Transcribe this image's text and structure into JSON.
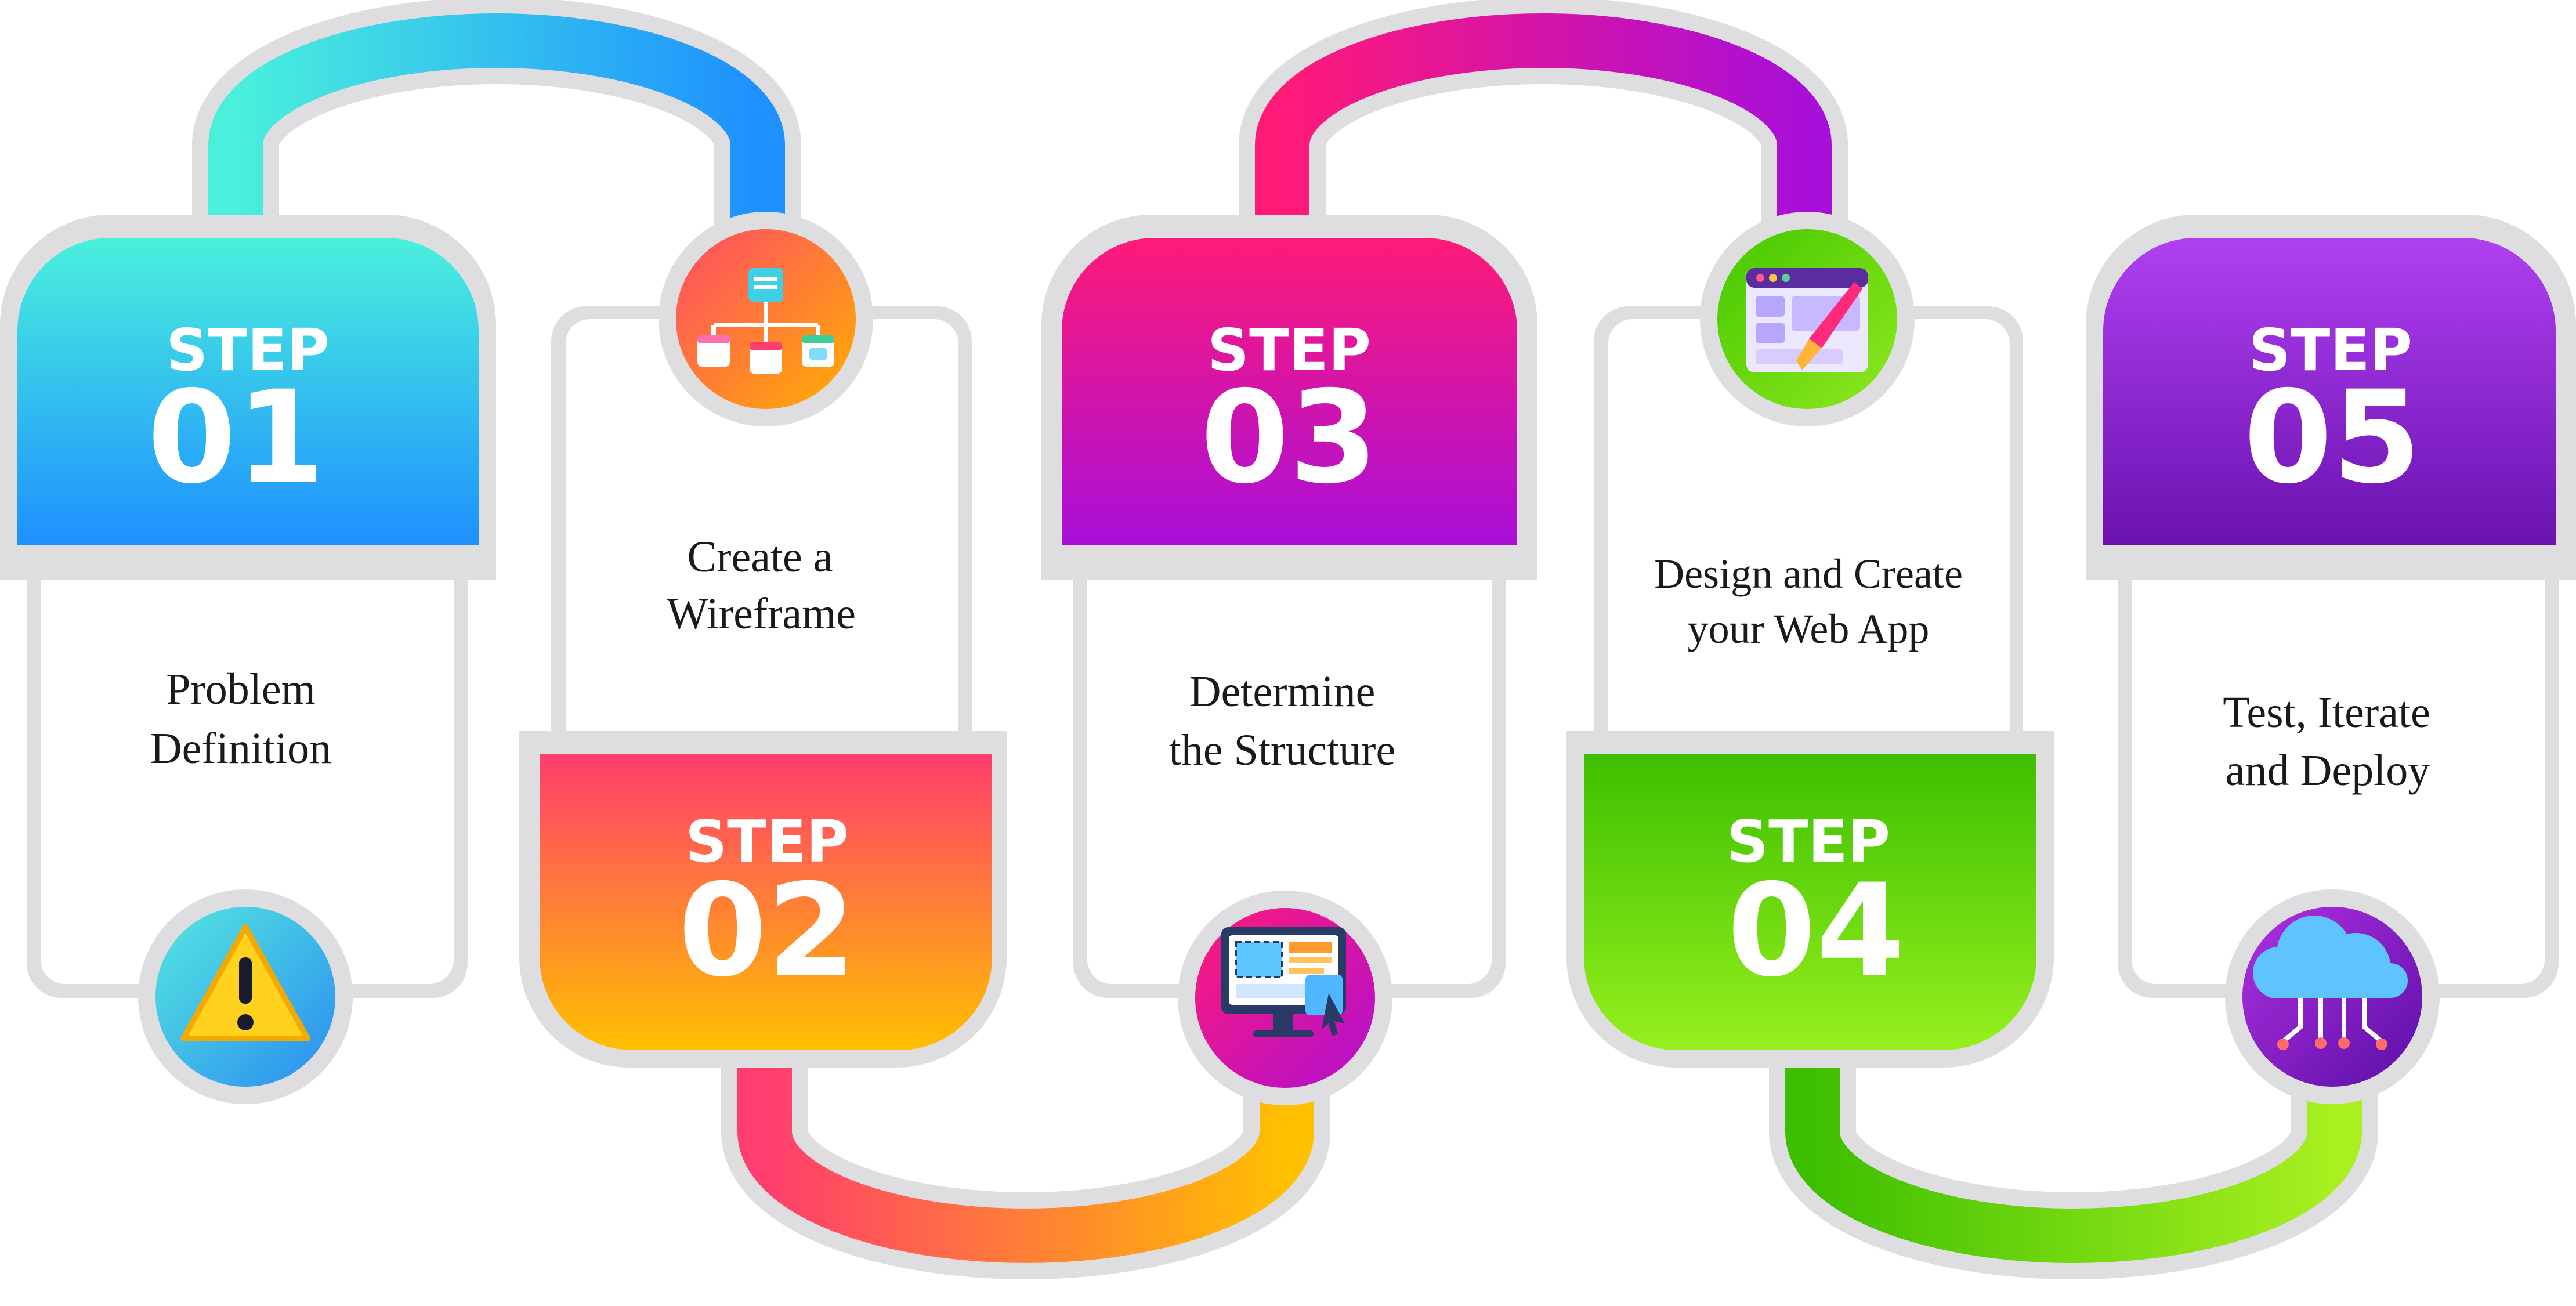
{
  "colors": {
    "outline": "#dedee0",
    "card": "#ffffff",
    "text": "#1a1a1a"
  },
  "steps": [
    {
      "step_word": "STEP",
      "number": "01",
      "lines": [
        "Problem",
        "Definition"
      ],
      "icon": "warning-triangle-icon",
      "grad": [
        "#4af0dc",
        "#1e90ff"
      ],
      "icon_bg": [
        "#55e8e0",
        "#2a8cf0"
      ]
    },
    {
      "step_word": "STEP",
      "number": "02",
      "lines": [
        "Create a",
        "Wireframe"
      ],
      "icon": "sitemap-wireframe-icon",
      "grad": [
        "#ff3d6e",
        "#ffc000"
      ],
      "icon_bg": [
        "#ff4a68",
        "#ffb000"
      ]
    },
    {
      "step_word": "STEP",
      "number": "03",
      "lines": [
        "Determine",
        "the Structure"
      ],
      "icon": "monitor-layout-icon",
      "grad": [
        "#ff1a78",
        "#a80fd8"
      ],
      "icon_bg": [
        "#ff1a78",
        "#b010d0"
      ]
    },
    {
      "step_word": "STEP",
      "number": "04",
      "lines": [
        "Design and Create",
        "your Web App"
      ],
      "icon": "web-design-brush-icon",
      "grad": [
        "#3dbf00",
        "#96f01e"
      ],
      "icon_bg": [
        "#44c800",
        "#90e820"
      ]
    },
    {
      "step_word": "STEP",
      "number": "05",
      "lines": [
        "Test, Iterate",
        "and Deploy"
      ],
      "icon": "cloud-network-icon",
      "grad": [
        "#b040f0",
        "#6a12b0"
      ],
      "icon_bg": [
        "#b030e0",
        "#5a0fa8"
      ]
    }
  ],
  "connectors": [
    {
      "from": "01",
      "to": "02",
      "grad": [
        "#4af0dc",
        "#1e90ff"
      ]
    },
    {
      "from": "02",
      "to": "03",
      "grad": [
        "#ff3d6e",
        "#ffc000"
      ]
    },
    {
      "from": "03",
      "to": "04",
      "grad": [
        "#ff1a78",
        "#a80fd8"
      ]
    },
    {
      "from": "04",
      "to": "05",
      "grad": [
        "#3dbf00",
        "#a8f020"
      ]
    }
  ]
}
